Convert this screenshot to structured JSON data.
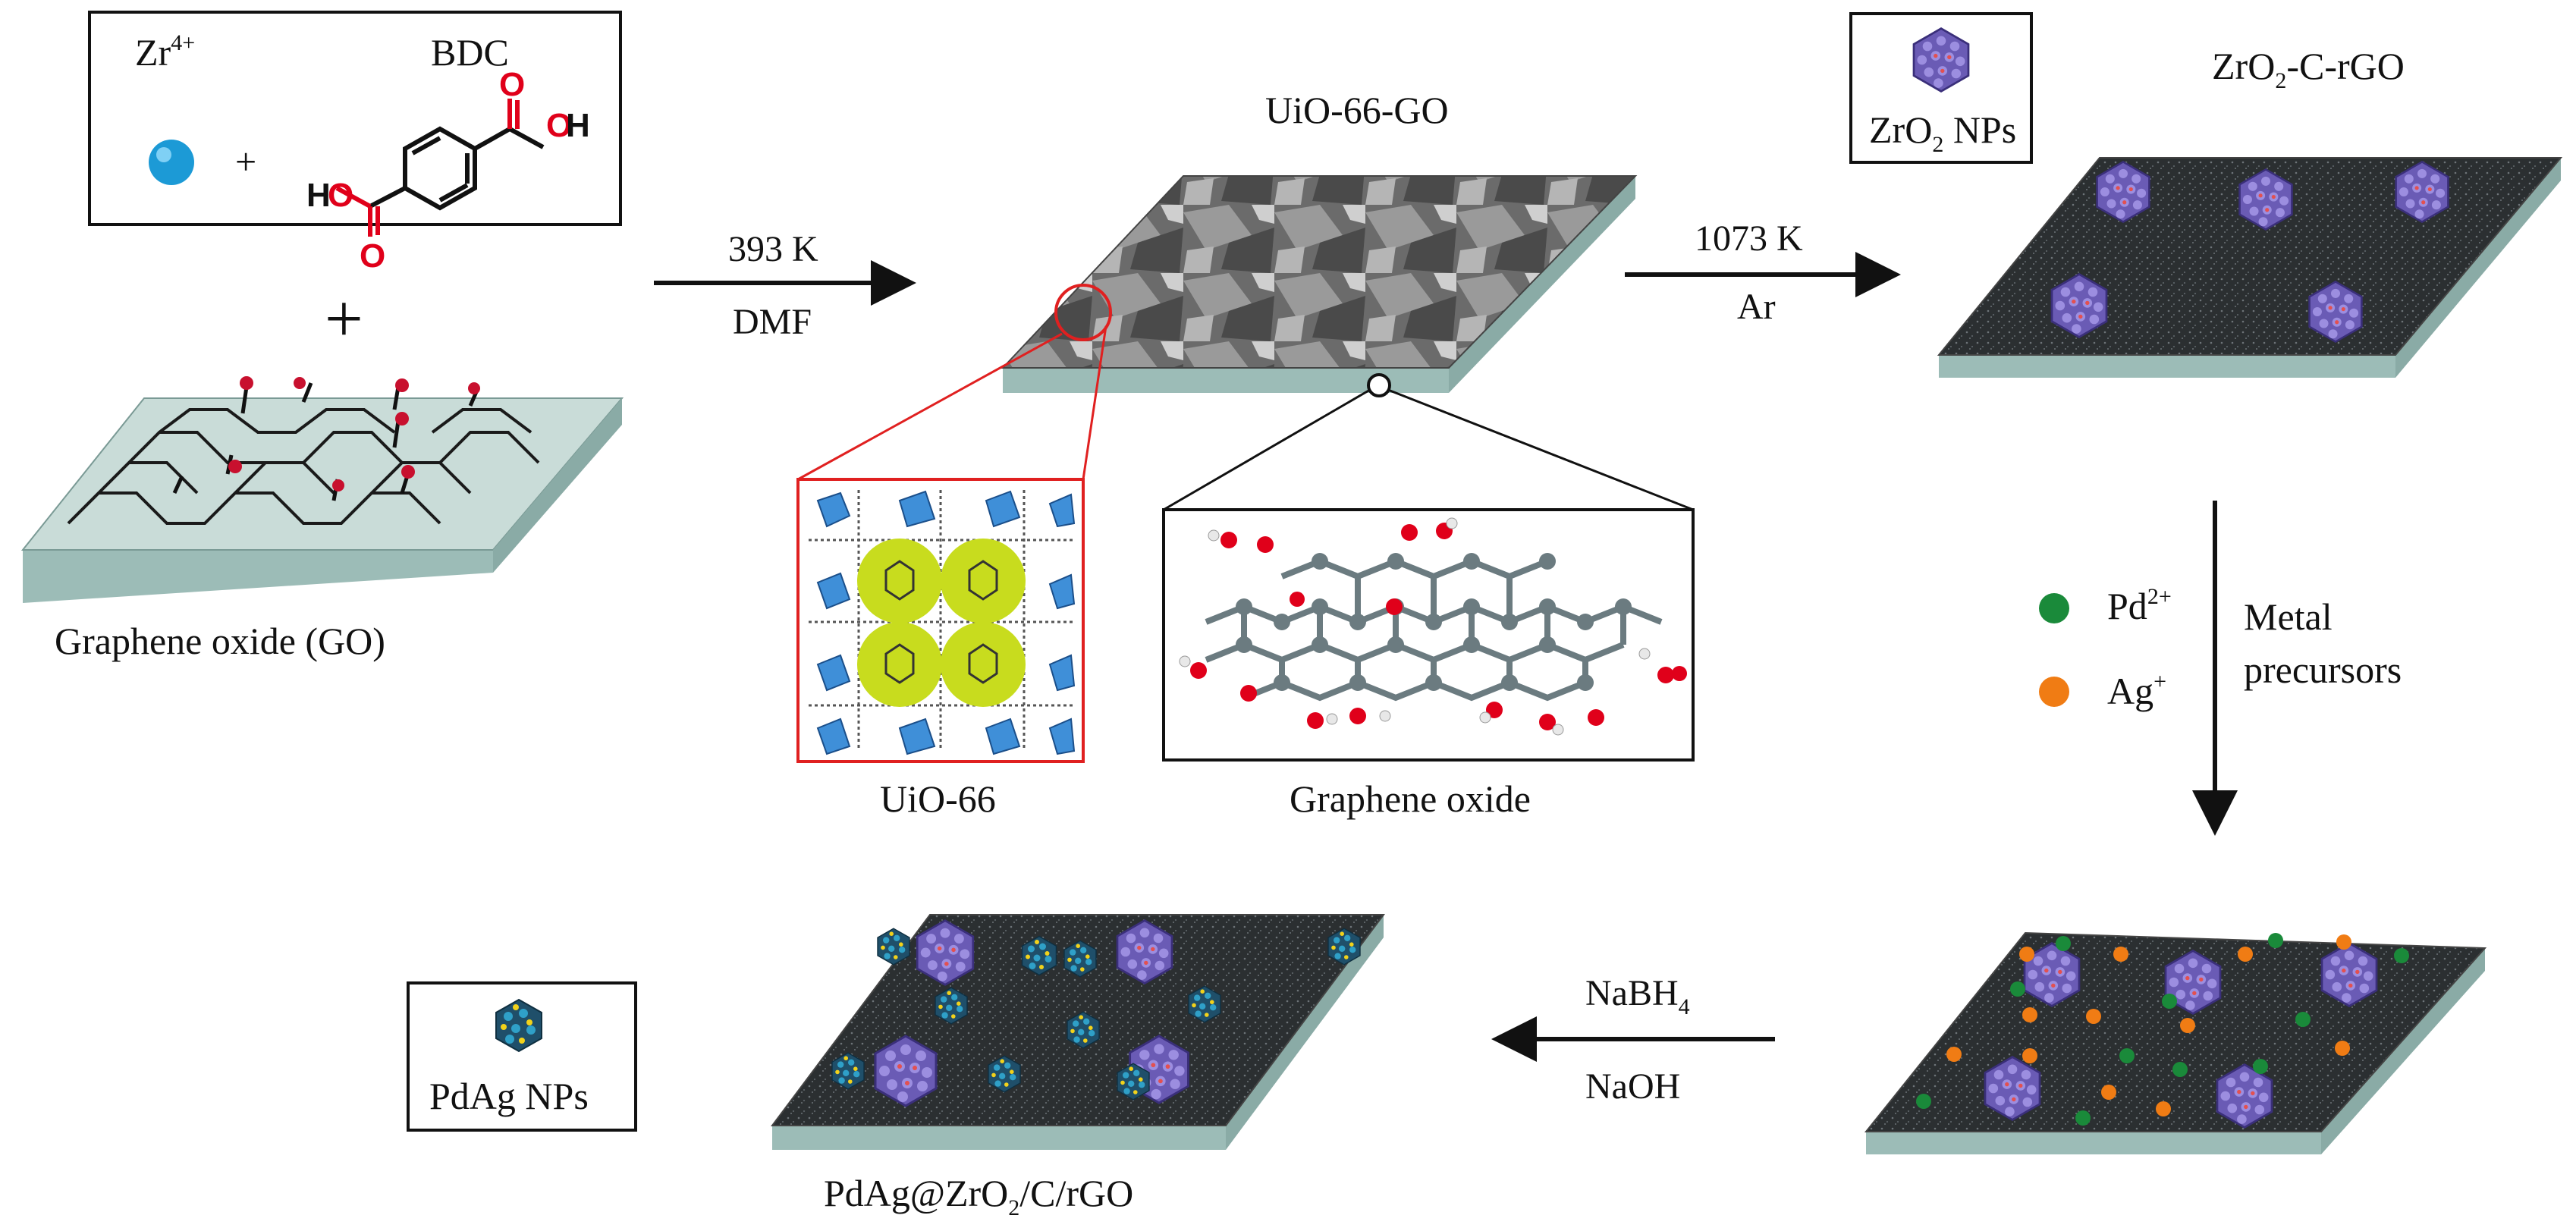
{
  "colors": {
    "substrate_top": "#c9dcd8",
    "substrate_side": "#9cbcb7",
    "carbon_film": "#2b2f31",
    "zro2": "#6a5bb5",
    "pd": "#1a8a3a",
    "ag": "#f07c14",
    "zr_sphere": "#1c9ad6",
    "highlight_red": "#e02020",
    "oxygen": "#e0001a"
  },
  "reactants": {
    "zr_label": "Zr",
    "zr_charge": "4+",
    "linker_label": "BDC",
    "plus": "+",
    "oh_right": "OH",
    "oh_left": "HO",
    "o_label": "O"
  },
  "plus_big": "+",
  "go_label": "Graphene oxide (GO)",
  "uio_go_label": "UiO-66-GO",
  "uio66_label": "UiO-66",
  "graphene_oxide_label": "Graphene oxide",
  "step1": {
    "top": "393 K",
    "bottom": "DMF"
  },
  "step2": {
    "top": "1073 K",
    "bottom": "Ar"
  },
  "zro2_crgo_label": {
    "main": "ZrO",
    "sub": "2",
    "tail": "-C-rGO"
  },
  "zro2_nps_label": {
    "main": "ZrO",
    "sub": "2",
    "tail": " NPs"
  },
  "precursors": {
    "pd_label": "Pd",
    "pd_charge": "2+",
    "ag_label": "Ag",
    "ag_charge": "+",
    "text_line1": "Metal",
    "text_line2": "precursors"
  },
  "step4": {
    "top_main": "NaBH",
    "top_sub": "4",
    "bottom": "NaOH"
  },
  "pdag_nps_label": "PdAg NPs",
  "final_label": {
    "main": "PdAg@ZrO",
    "sub": "2",
    "tail": "/C/rGO"
  }
}
